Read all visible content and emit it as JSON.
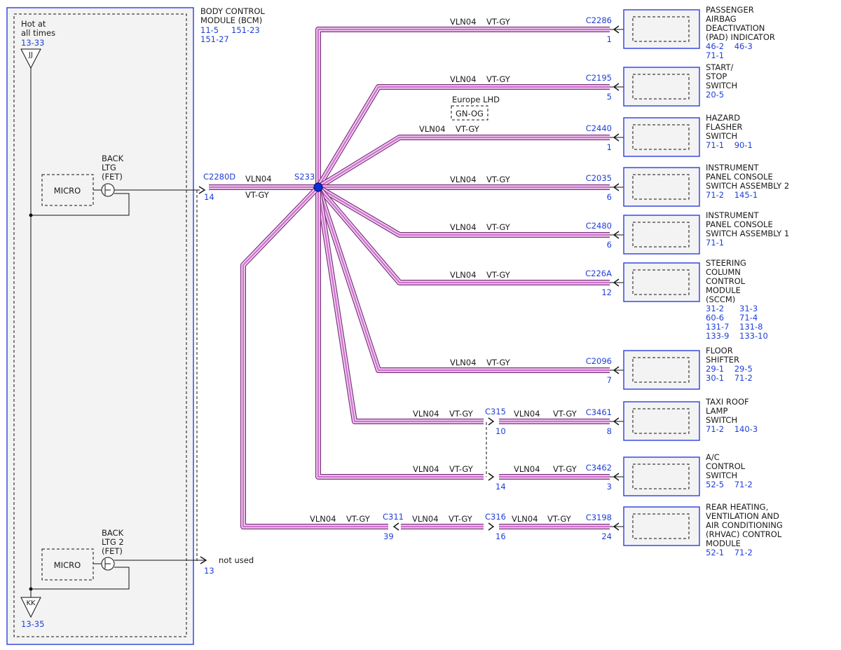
{
  "bcm": {
    "title_lines": [
      "BODY CONTROL",
      "MODULE (BCM)"
    ],
    "refs": [
      "11-5",
      "151-23",
      "151-27"
    ],
    "hot_lines": [
      "Hot at",
      "all times"
    ],
    "hot_ref": "13-33",
    "top_terminal": "JJ",
    "bottom_terminal": "KK",
    "bottom_ref": "13-35",
    "micro_label": "MICRO",
    "fet1_lines": [
      "BACK",
      "LTG",
      "(FET)"
    ],
    "fet2_lines": [
      "BACK",
      "LTG 2",
      "(FET)"
    ]
  },
  "bcm_pin1": {
    "connector": "C2280D",
    "pin": "14",
    "circuit": "VLN04",
    "color": "VT-GY"
  },
  "bcm_pin2": {
    "pin": "13",
    "label": "not used"
  },
  "splice": {
    "label": "S233"
  },
  "branches": [
    {
      "id": "pad",
      "circuit": "VLN04",
      "color": "VT-GY",
      "connector": "C2286",
      "pin": "1",
      "device": [
        "PASSENGER",
        "AIRBAG",
        "DEACTIVATION",
        "(PAD) INDICATOR"
      ],
      "refs": [
        "46-2    46-3",
        "71-1"
      ]
    },
    {
      "id": "startstop",
      "circuit": "VLN04",
      "color": "VT-GY",
      "connector": "C2195",
      "pin": "5",
      "device": [
        "START/",
        "STOP",
        "SWITCH"
      ],
      "refs": [
        "20-5"
      ]
    },
    {
      "id": "hazard",
      "circuit": "VLN04",
      "color": "VT-GY",
      "connector": "C2440",
      "pin": "1",
      "device": [
        "HAZARD",
        "FLASHER",
        "SWITCH"
      ],
      "refs": [
        "71-1    90-1"
      ]
    },
    {
      "id": "ipcs2",
      "circuit": "VLN04",
      "color": "VT-GY",
      "connector": "C2035",
      "pin": "6",
      "device": [
        "INSTRUMENT",
        "PANEL CONSOLE",
        "SWITCH ASSEMBLY 2"
      ],
      "refs": [
        "71-2    145-1"
      ]
    },
    {
      "id": "ipcs1",
      "circuit": "VLN04",
      "color": "VT-GY",
      "connector": "C2480",
      "pin": "6",
      "device": [
        "INSTRUMENT",
        "PANEL CONSOLE",
        "SWITCH ASSEMBLY 1"
      ],
      "refs": [
        "71-1"
      ]
    },
    {
      "id": "sccm",
      "circuit": "VLN04",
      "color": "VT-GY",
      "connector": "C226A",
      "pin": "12",
      "device": [
        "STEERING",
        "COLUMN",
        "CONTROL",
        "MODULE",
        "(SCCM)"
      ],
      "refs": [
        "31-2      31-3",
        "60-6      71-4",
        "131-7    131-8",
        "133-9    133-10"
      ]
    },
    {
      "id": "floor",
      "circuit": "VLN04",
      "color": "VT-GY",
      "connector": "C2096",
      "pin": "7",
      "device": [
        "FLOOR",
        "SHIFTER"
      ],
      "refs": [
        "29-1    29-5",
        "30-1    71-2"
      ]
    },
    {
      "id": "taxi",
      "circuit": "VLN04",
      "color": "VT-GY",
      "connector": "C3461",
      "pin": "8",
      "inline": {
        "connector": "C315",
        "pin": "10",
        "circuit": "VLN04",
        "color": "VT-GY"
      },
      "device": [
        "TAXI ROOF",
        "LAMP",
        "SWITCH"
      ],
      "refs": [
        "71-2    140-3"
      ]
    },
    {
      "id": "ac",
      "circuit": "VLN04",
      "color": "VT-GY",
      "connector": "C3462",
      "pin": "3",
      "inline": {
        "pin": "14",
        "circuit": "VLN04",
        "color": "VT-GY"
      },
      "device": [
        "A/C",
        "CONTROL",
        "SWITCH"
      ],
      "refs": [
        "52-5    71-2"
      ]
    },
    {
      "id": "rhvac",
      "circuit": "VLN04",
      "color": "VT-GY",
      "connector": "C3198",
      "pin": "24",
      "inline1": {
        "connector": "C311",
        "pin": "39",
        "circuit": "VLN04",
        "color": "VT-GY"
      },
      "inline2": {
        "connector": "C316",
        "pin": "16",
        "circuit": "VLN04",
        "color": "VT-GY"
      },
      "device": [
        "REAR HEATING,",
        "VENTILATION AND",
        "AIR CONDITIONING",
        "(RHVAC) CONTROL",
        "MODULE"
      ],
      "refs": [
        "52-1    71-2"
      ]
    }
  ],
  "option_note": {
    "label": "Europe LHD",
    "color": "GN-OG"
  },
  "colors": {
    "wire_outer": "#7a2f7a",
    "wire_fill": "#f3d4f3",
    "wire_core": "#d070d0",
    "ref_blue": "#1f3fd8",
    "module_fill": "#f3f3f3",
    "splice_dot": "#0a2fd8"
  }
}
